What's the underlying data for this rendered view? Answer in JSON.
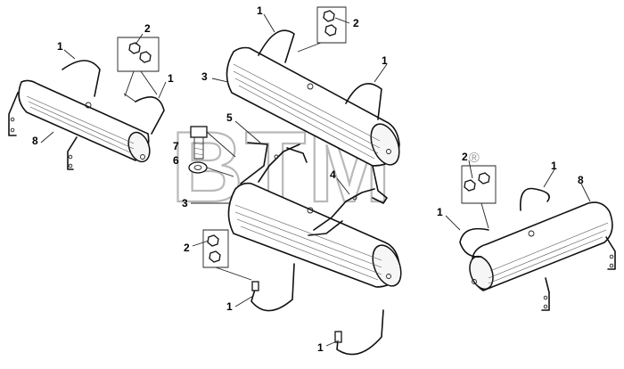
{
  "diagram": {
    "watermark": {
      "text": "BTM",
      "registered": "®"
    },
    "callouts": {
      "c1a": "1",
      "c1b": "1",
      "c1c": "1",
      "c1d": "1",
      "c1e": "1",
      "c1f": "1",
      "c1g": "1",
      "c1h": "1",
      "c2a": "2",
      "c2b": "2",
      "c2c": "2",
      "c2d": "2",
      "c3a": "3",
      "c3b": "3",
      "c4": "4",
      "c5": "5",
      "c6": "6",
      "c7": "7",
      "c8a": "8",
      "c8b": "8"
    }
  }
}
